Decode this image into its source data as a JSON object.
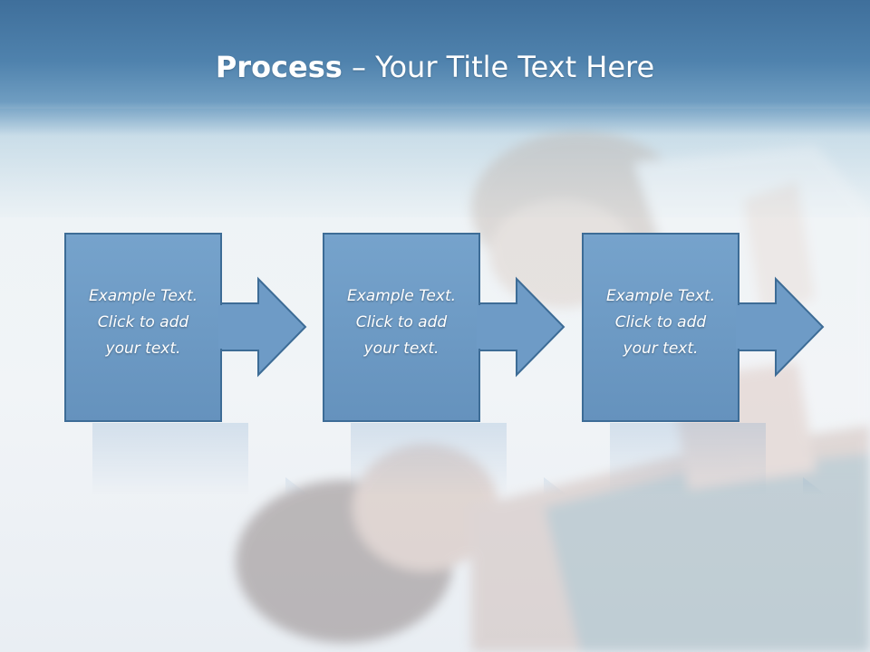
{
  "slide": {
    "title_bold": "Process",
    "title_rest": " – Your Title Text Here"
  },
  "steps": [
    {
      "line1": "Example Text.",
      "line2": "Click  to add",
      "line3": "your text."
    },
    {
      "line1": "Example Text.",
      "line2": "Click  to add",
      "line3": "your text."
    },
    {
      "line1": "Example Text.",
      "line2": "Click  to add",
      "line3": "your text."
    }
  ],
  "colors": {
    "title_band": "#4f82ad",
    "box_fill": "#6e9bc6",
    "box_border": "#3d6c96"
  },
  "icons": {
    "arrow": "right-arrow-icon"
  }
}
